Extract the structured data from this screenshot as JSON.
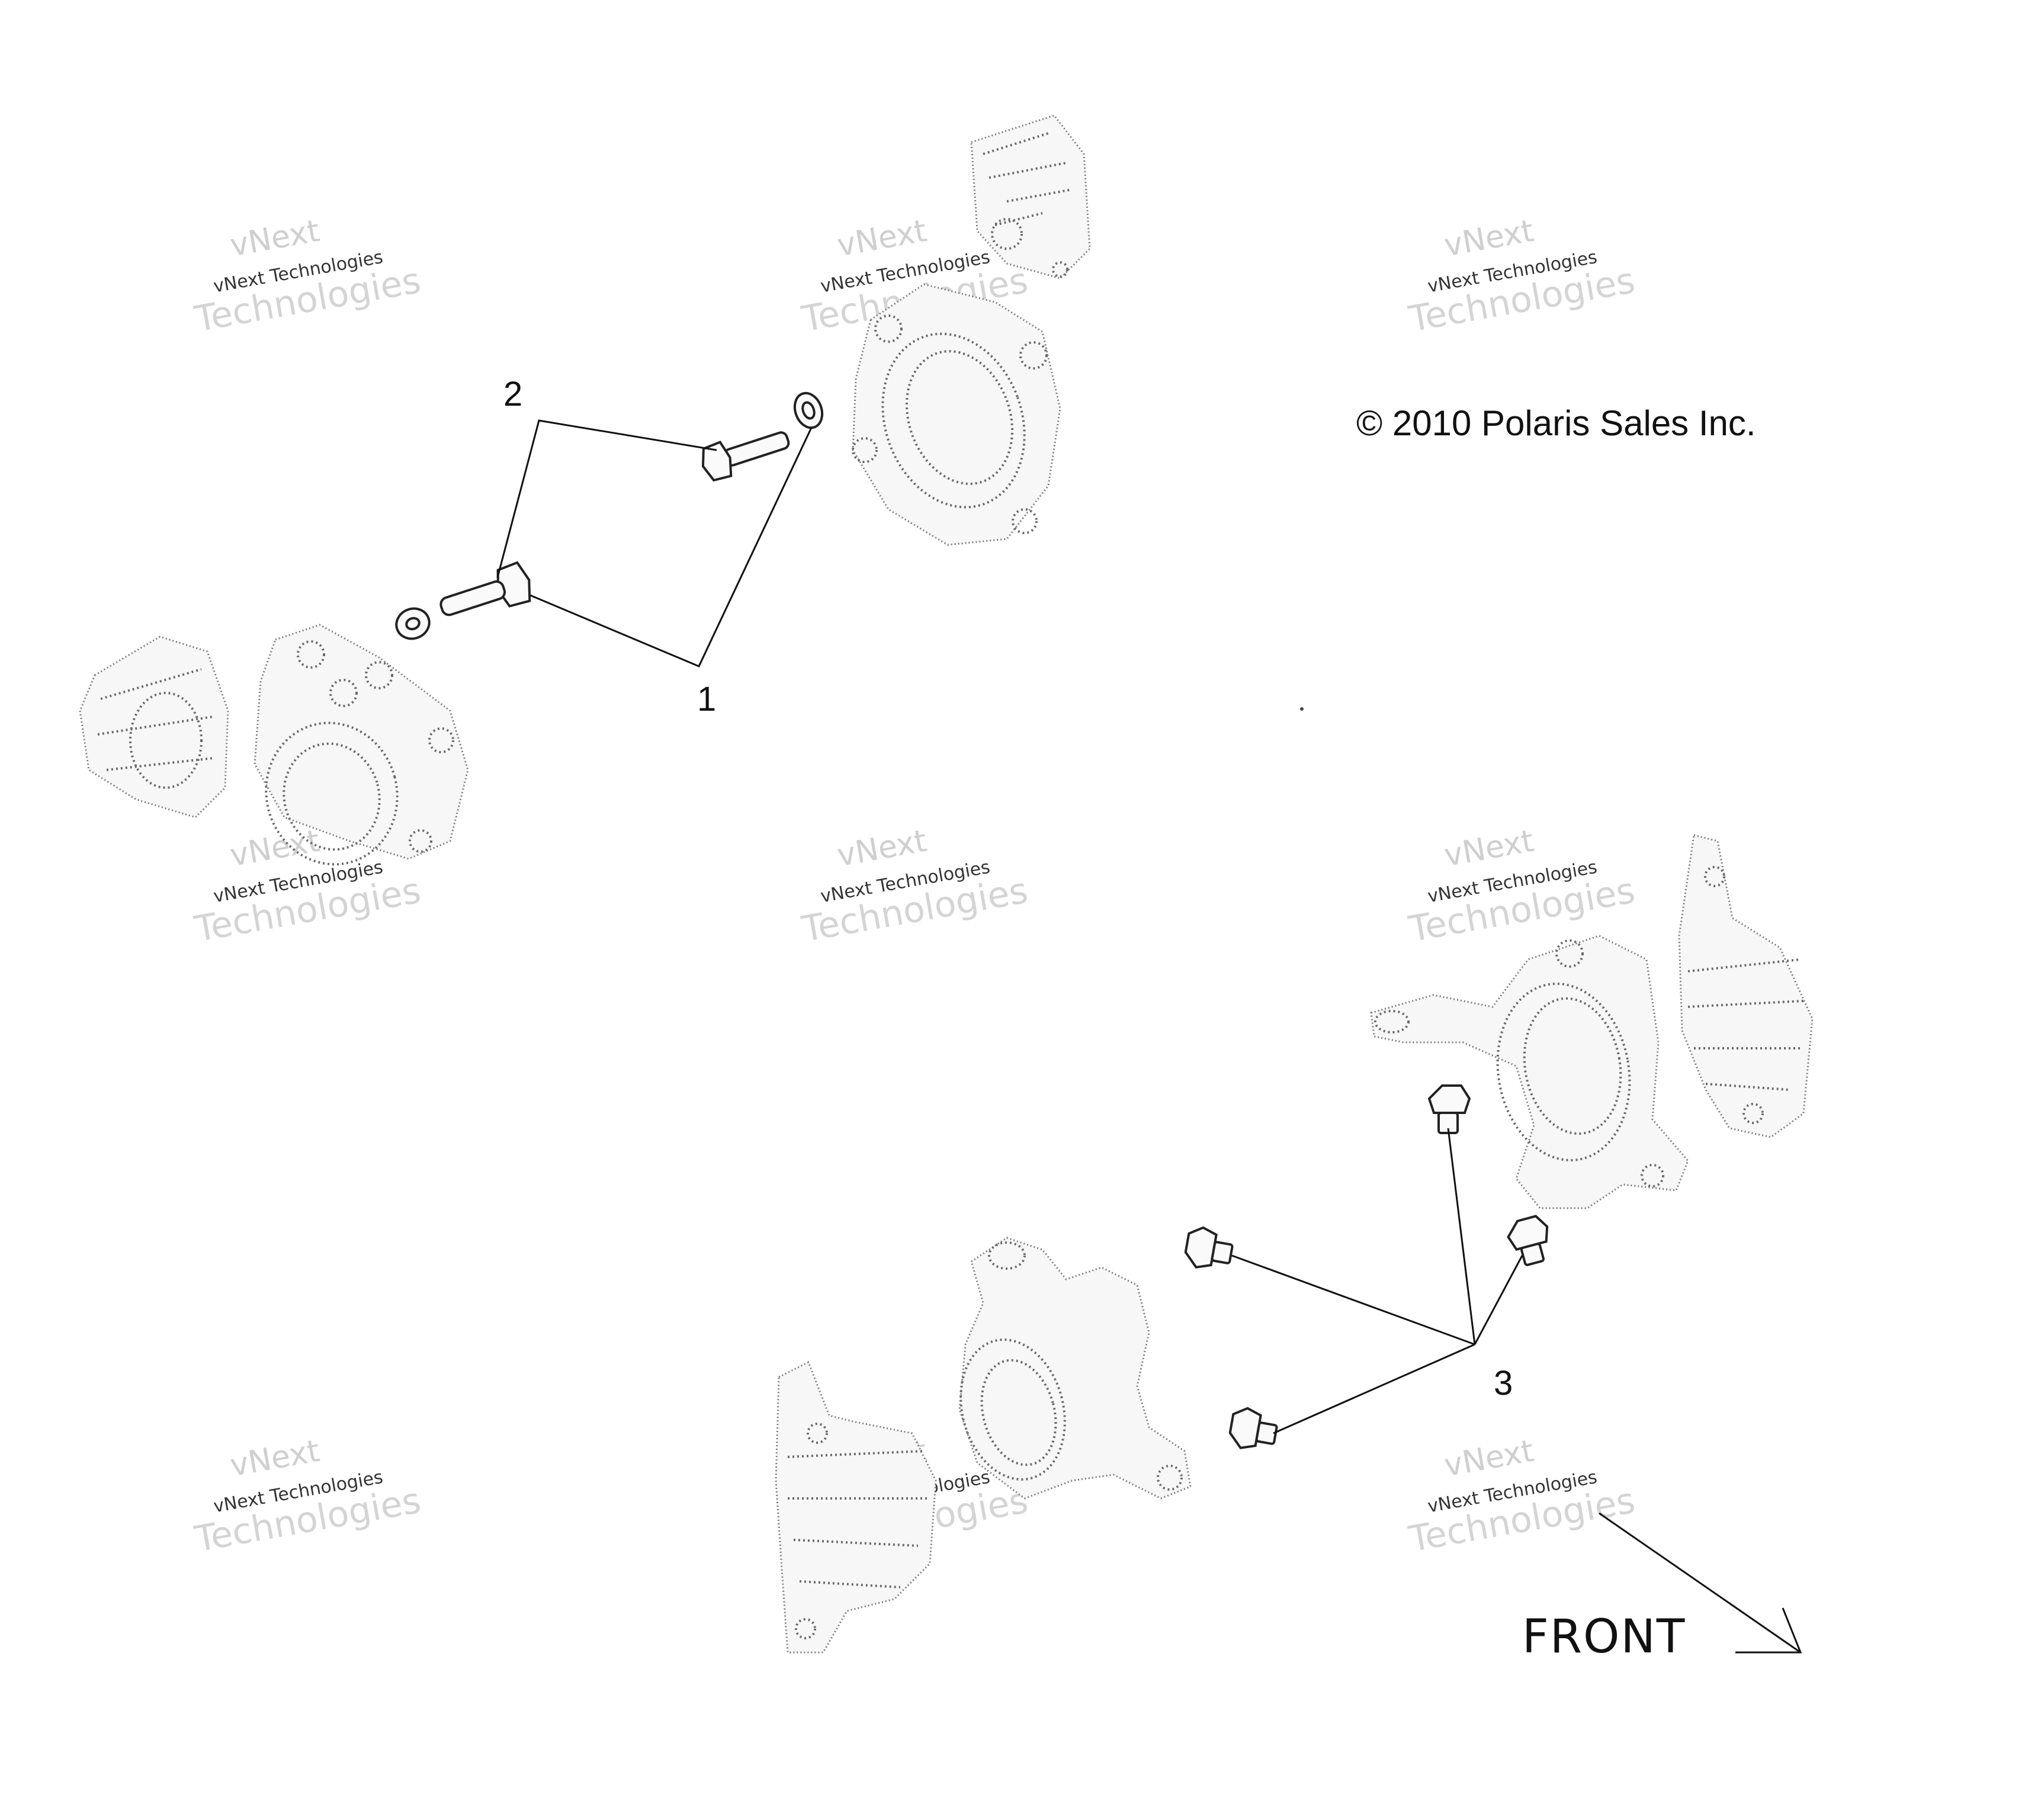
{
  "diagram": {
    "copyright": "© 2010 Polaris Sales Inc.",
    "callouts": [
      {
        "id": "1",
        "label": "1"
      },
      {
        "id": "2",
        "label": "2"
      },
      {
        "id": "3",
        "label": "3"
      }
    ],
    "direction_label": "FRONT",
    "watermark": {
      "line1": "vNext",
      "line2": "vNext Technologies",
      "line3": "Technologies"
    }
  }
}
